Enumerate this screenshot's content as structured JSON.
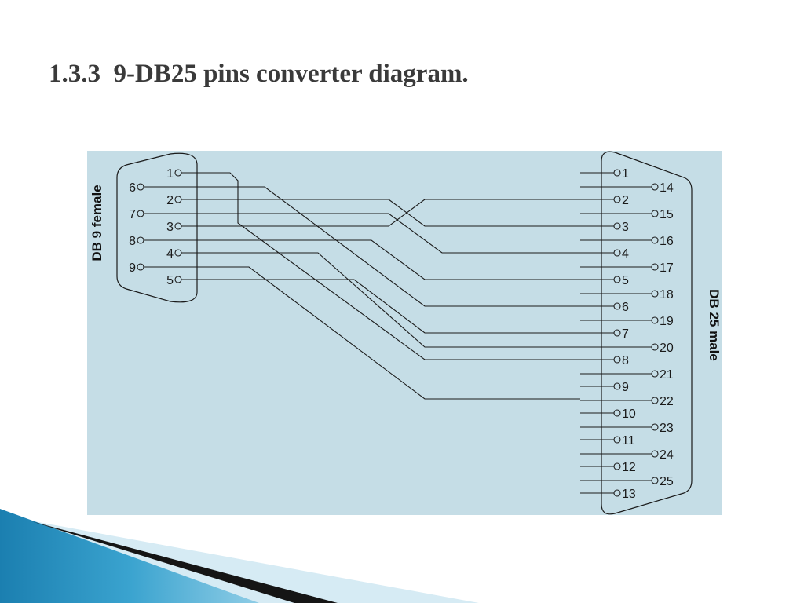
{
  "slide": {
    "title": "1.3.3  9-DB25 pins converter diagram."
  },
  "diagram": {
    "background": "#c5dde6",
    "left_connector": {
      "label": "DB 9 female",
      "top_row": [
        "1",
        "2",
        "3",
        "4",
        "5"
      ],
      "bottom_row": [
        "6",
        "7",
        "8",
        "9"
      ]
    },
    "right_connector": {
      "label": "DB 25 male",
      "top_row": [
        "1",
        "2",
        "3",
        "4",
        "5",
        "6",
        "7",
        "8",
        "9",
        "10",
        "11",
        "12",
        "13"
      ],
      "bottom_row": [
        "14",
        "15",
        "16",
        "17",
        "18",
        "19",
        "20",
        "21",
        "22",
        "23",
        "24",
        "25"
      ]
    },
    "wiring": [
      {
        "db9": "1",
        "db25": "8"
      },
      {
        "db9": "2",
        "db25": "3"
      },
      {
        "db9": "3",
        "db25": "2"
      },
      {
        "db9": "4",
        "db25": "20"
      },
      {
        "db9": "5",
        "db25": "7"
      },
      {
        "db9": "6",
        "db25": "6"
      },
      {
        "db9": "7",
        "db25": "4"
      },
      {
        "db9": "8",
        "db25": "5"
      },
      {
        "db9": "9",
        "db25": "22"
      }
    ]
  }
}
